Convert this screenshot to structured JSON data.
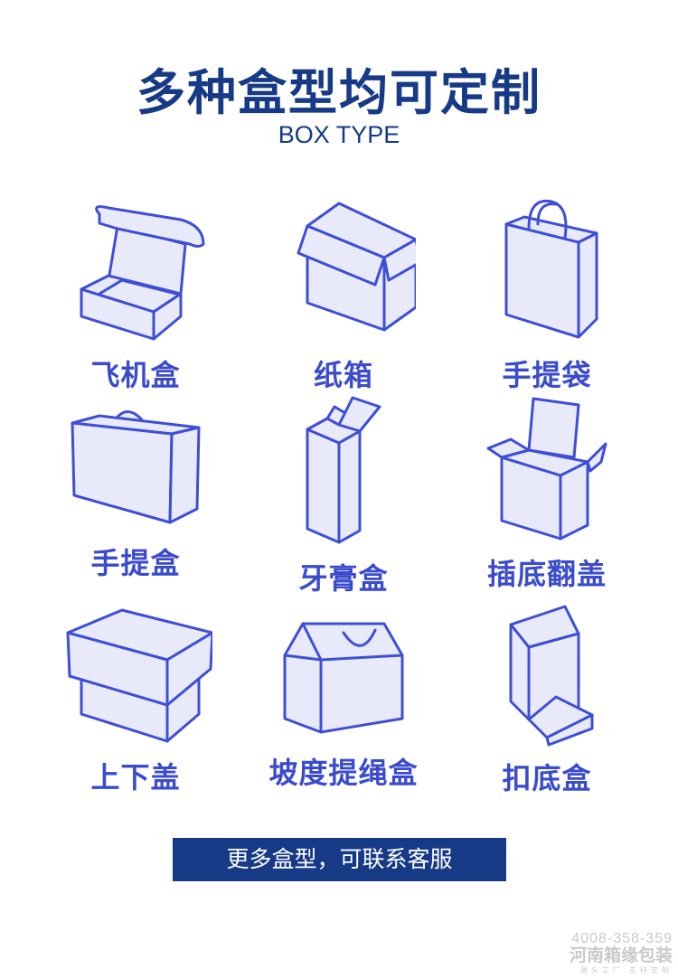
{
  "header": {
    "title": "多种盒型均可定制",
    "subtitle": "BOX TYPE"
  },
  "colors": {
    "title": "#173a86",
    "label": "#3a4bcc",
    "stroke": "#3e4fd6",
    "fill": "#e9eaf9",
    "button": "#173a86"
  },
  "box_types": [
    {
      "label": "飞机盒",
      "icon": "mailer-box-icon"
    },
    {
      "label": "纸箱",
      "icon": "carton-box-icon"
    },
    {
      "label": "手提袋",
      "icon": "handbag-icon"
    },
    {
      "label": "手提盒",
      "icon": "handle-box-icon"
    },
    {
      "label": "牙膏盒",
      "icon": "toothpaste-box-icon"
    },
    {
      "label": "插底翻盖",
      "icon": "tuck-flap-box-icon"
    },
    {
      "label": "上下盖",
      "icon": "lid-base-box-icon"
    },
    {
      "label": "坡度提绳盒",
      "icon": "rope-handle-box-icon"
    },
    {
      "label": "扣底盒",
      "icon": "lock-bottom-box-icon"
    }
  ],
  "cta": {
    "label": "更多盒型，可联系客服"
  },
  "watermark": {
    "phone": "4008-358-359",
    "name": "河南箱缘包装",
    "tagline": "源头工厂 支持定制"
  }
}
